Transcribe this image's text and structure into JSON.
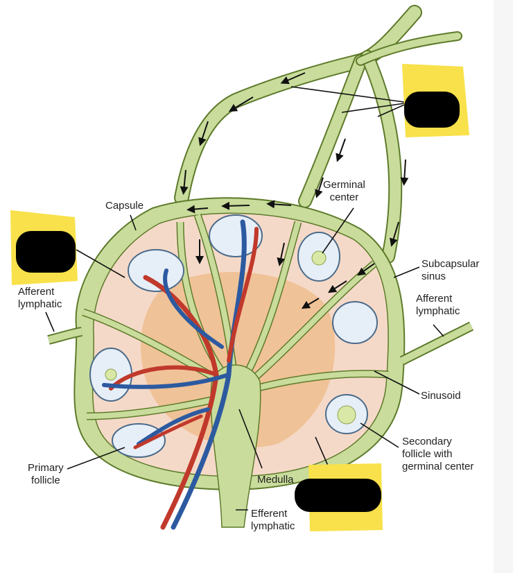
{
  "colors": {
    "capsule": "#c9dc9c",
    "capsule_edge": "#5d7a2a",
    "cortex": "#f5d9c8",
    "paracortex": "#eebd8e",
    "follicle": "#e6eef8",
    "follicle_edge": "#4a6b8a",
    "artery": "#c0392b",
    "vein": "#2c5aa0",
    "sticky": "#f8e14a",
    "redaction": "#000000"
  },
  "labels": {
    "germinal_center": "Germinal\ncenter",
    "capsule": "Capsule",
    "afferent_left": "Afferent\nlymphatic",
    "subcapsular_sinus": "Subcapsular\nsinus",
    "afferent_right": "Afferent\nlymphatic",
    "sinusoid": "Sinusoid",
    "secondary_follicle": "Secondary\nfollicle with\ngerminal center",
    "primary_follicle": "Primary\nfollicle",
    "medulla": "Medulla",
    "efferent_lymphatic": "Efferent\nlymphatic"
  },
  "icons": {
    "flow_arrow": "flow-arrow-icon",
    "redaction": "redaction-mark"
  }
}
